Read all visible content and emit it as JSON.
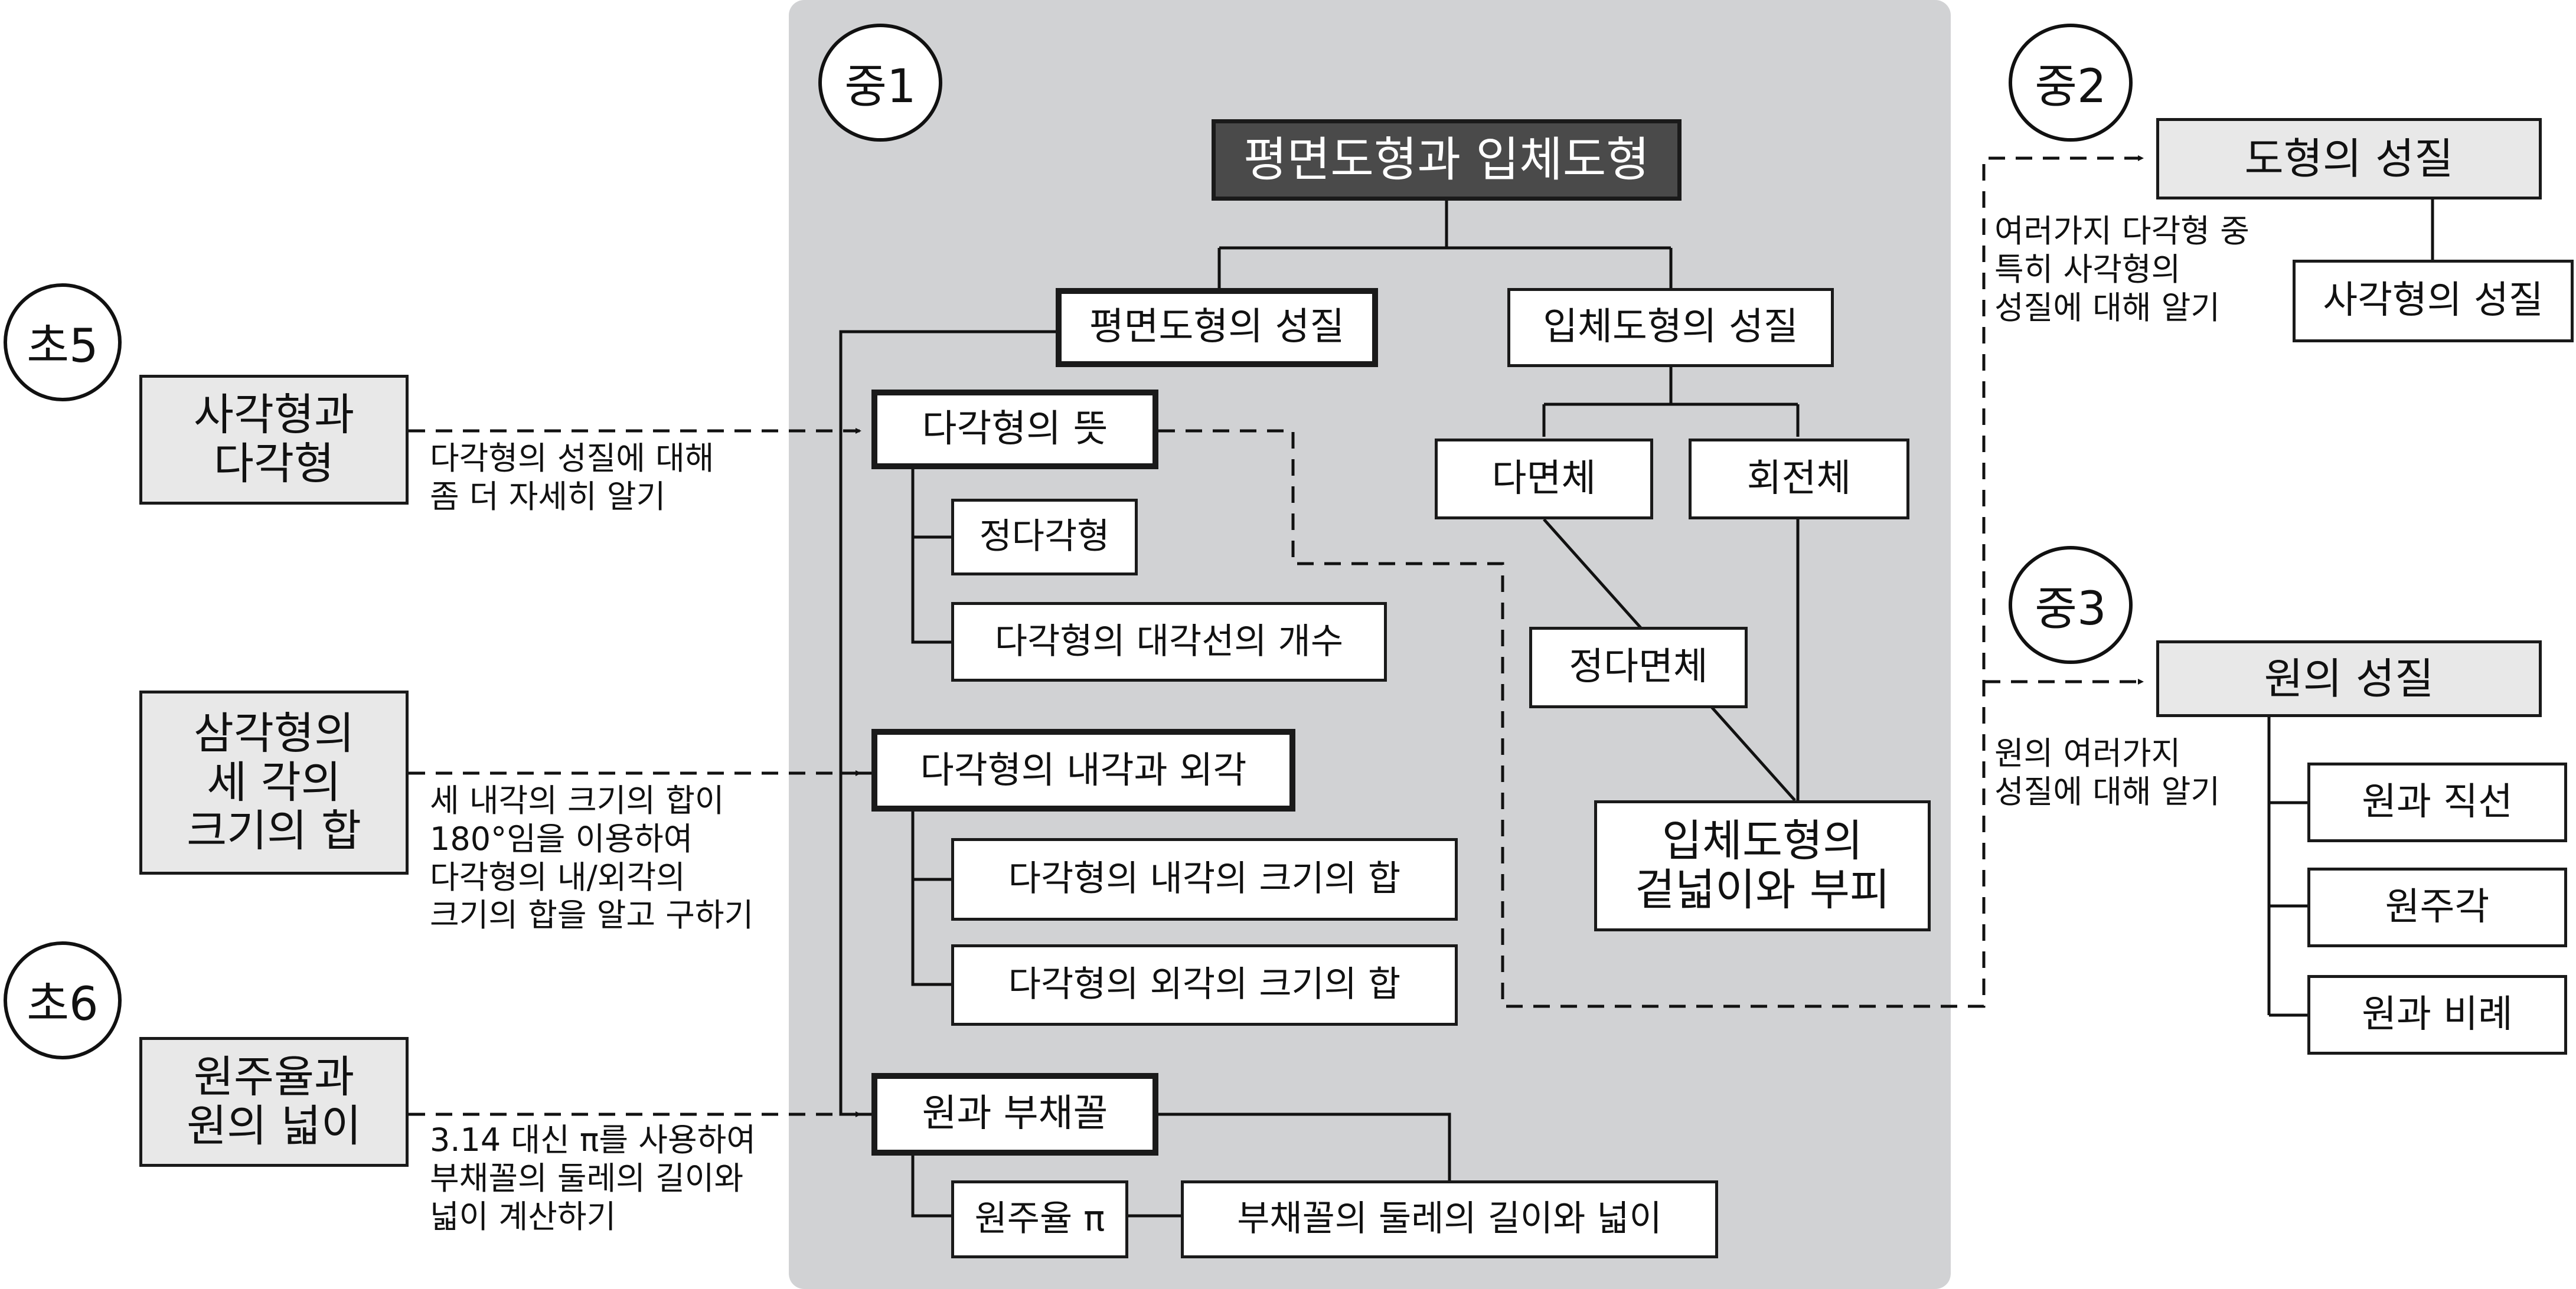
{
  "grades": {
    "e5": "초5",
    "e6": "초6",
    "m1": "중1",
    "m2": "중2",
    "m3": "중3"
  },
  "elementary": {
    "quad_poly": "사각형과\n다각형",
    "triangle_sum": "삼각형의\n세 각의\n크기의 합",
    "pi_area": "원주율과\n원의 넓이"
  },
  "links": {
    "note_quad_poly": "다각형의 성질에 대해\n좀 더 자세히 알기",
    "note_triangle": "세 내각의 크기의 합이\n180°임을 이용하여\n다각형의 내/외각의\n크기의 합을 알고 구하기",
    "note_pi": "3.14 대신 π를 사용하여\n부채꼴의 둘레의 길이와\n넓이 계산하기",
    "note_m2": "여러가지 다각형 중\n특히 사각형의\n성질에 대해 알기",
    "note_m3": "원의 여러가지\n성질에 대해 알기"
  },
  "middle1": {
    "title": "평면도형과 입체도형",
    "plane": {
      "label": "평면도형의 성질",
      "polygon_meaning": "다각형의 뜻",
      "regular_polygon": "정다각형",
      "diagonal_count": "다각형의 대각선의 개수",
      "interior_exterior": "다각형의 내각과 외각",
      "interior_sum": "다각형의 내각의 크기의 합",
      "exterior_sum": "다각형의 외각의 크기의 합",
      "circle_sector": "원과 부채꼴",
      "pi": "원주율 π",
      "sector_perimeter_area": "부채꼴의 둘레의 길이와 넓이"
    },
    "solid": {
      "label": "입체도형의 성질",
      "polyhedron": "다면체",
      "solid_of_revolution": "회전체",
      "regular_polyhedron": "정다면체",
      "surface_volume": "입체도형의\n겉넓이와 부피"
    }
  },
  "middle2": {
    "figure_properties": "도형의 성질",
    "quadrilateral_properties": "사각형의 성질"
  },
  "middle3": {
    "circle_properties": "원의 성질",
    "circle_line": "원과 직선",
    "inscribed_angle": "원주각",
    "circle_proportion": "원과 비례"
  }
}
